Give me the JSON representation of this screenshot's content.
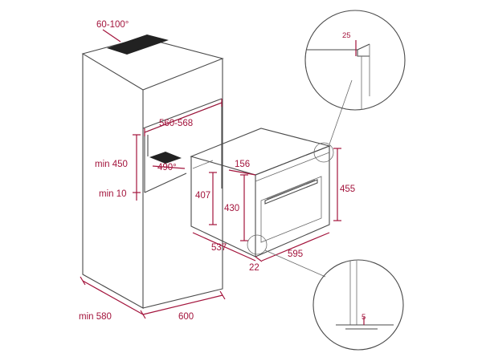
{
  "colors": {
    "dimension": "#a3143c",
    "outline": "#4a4a4a",
    "fill_dark": "#222222"
  },
  "dimensions": {
    "vent_angle": "60-100°",
    "niche_width": "560-568",
    "niche_height_min": "min 450",
    "angle_490": "490°",
    "gap_min": "min 10",
    "oven_depth_top": "156",
    "oven_height_front": "407",
    "oven_height_inner": "430",
    "oven_height_total": "455",
    "oven_depth": "537",
    "oven_width": "595",
    "front_offset": "22",
    "cabinet_depth_min": "min 580",
    "cabinet_width": "600",
    "detail_top": "25",
    "detail_bottom": "5"
  }
}
